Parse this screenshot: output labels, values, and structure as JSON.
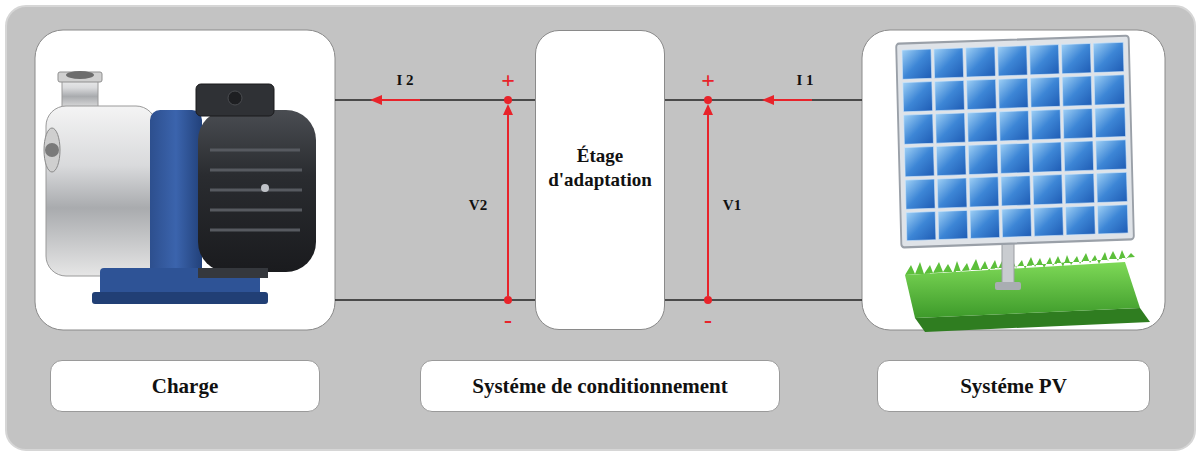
{
  "diagram": {
    "nodes": [
      {
        "text": [
          "Étage d'adaptation"
        ]
      },
      {
        "text": [
          "Charge"
        ]
      },
      {
        "text": [
          "Systéme de conditionnement"
        ]
      },
      {
        "text": [
          "Systéme PV"
        ]
      }
    ],
    "labels": [
      "I 2",
      "+",
      "+",
      "I 1",
      "V2",
      "V1",
      "-",
      "-"
    ]
  }
}
